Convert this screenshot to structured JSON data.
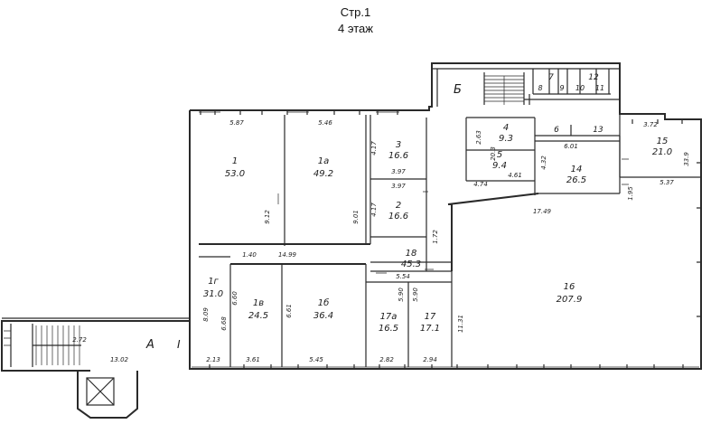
{
  "header": {
    "page": "Стр.1",
    "floor": "4 этаж"
  },
  "stair_labels": {
    "b": "Б",
    "a": "А",
    "roman": "I"
  },
  "rooms": [
    {
      "id": "r1",
      "num": "1",
      "area": "53.0"
    },
    {
      "id": "r1a",
      "num": "1а",
      "area": "49.2"
    },
    {
      "id": "r3",
      "num": "3",
      "area": "16.6"
    },
    {
      "id": "r2",
      "num": "2",
      "area": "16.6"
    },
    {
      "id": "r4",
      "num": "4",
      "area": "9.3"
    },
    {
      "id": "r5",
      "num": "5",
      "area": "9.4"
    },
    {
      "id": "r14",
      "num": "14",
      "area": "26.5"
    },
    {
      "id": "r15",
      "num": "15",
      "area": "21.0"
    },
    {
      "id": "r18",
      "num": "18",
      "area": "45.3"
    },
    {
      "id": "r16",
      "num": "16",
      "area": "207.9"
    },
    {
      "id": "r1g",
      "num": "1г",
      "area": "31.0"
    },
    {
      "id": "r1v",
      "num": "1в",
      "area": "24.5"
    },
    {
      "id": "r1b",
      "num": "1б",
      "area": "36.4"
    },
    {
      "id": "r17a",
      "num": "17а",
      "area": "16.5"
    },
    {
      "id": "r17",
      "num": "17",
      "area": "17.1"
    }
  ],
  "small_rooms": [
    "6",
    "13",
    "7",
    "12",
    "8",
    "9",
    "10",
    "11"
  ],
  "dimensions": [
    "5.87",
    "5.46",
    "3.72",
    "4.17",
    "3.97",
    "3.97",
    "4.17",
    "2.63",
    "20.3",
    "4.32",
    "4.61",
    "4.74",
    "6.01",
    "5.37",
    "33.9",
    "1.95",
    "17.49",
    "9.12",
    "9.01",
    "14.99",
    "1.40",
    "1.72",
    "5.54",
    "5.90",
    "5.90",
    "6.60",
    "6.61",
    "6.68",
    "8.09",
    "2.13",
    "3.61",
    "5.45",
    "2.82",
    "2.94",
    "11.31",
    "2.72",
    "13.02"
  ]
}
